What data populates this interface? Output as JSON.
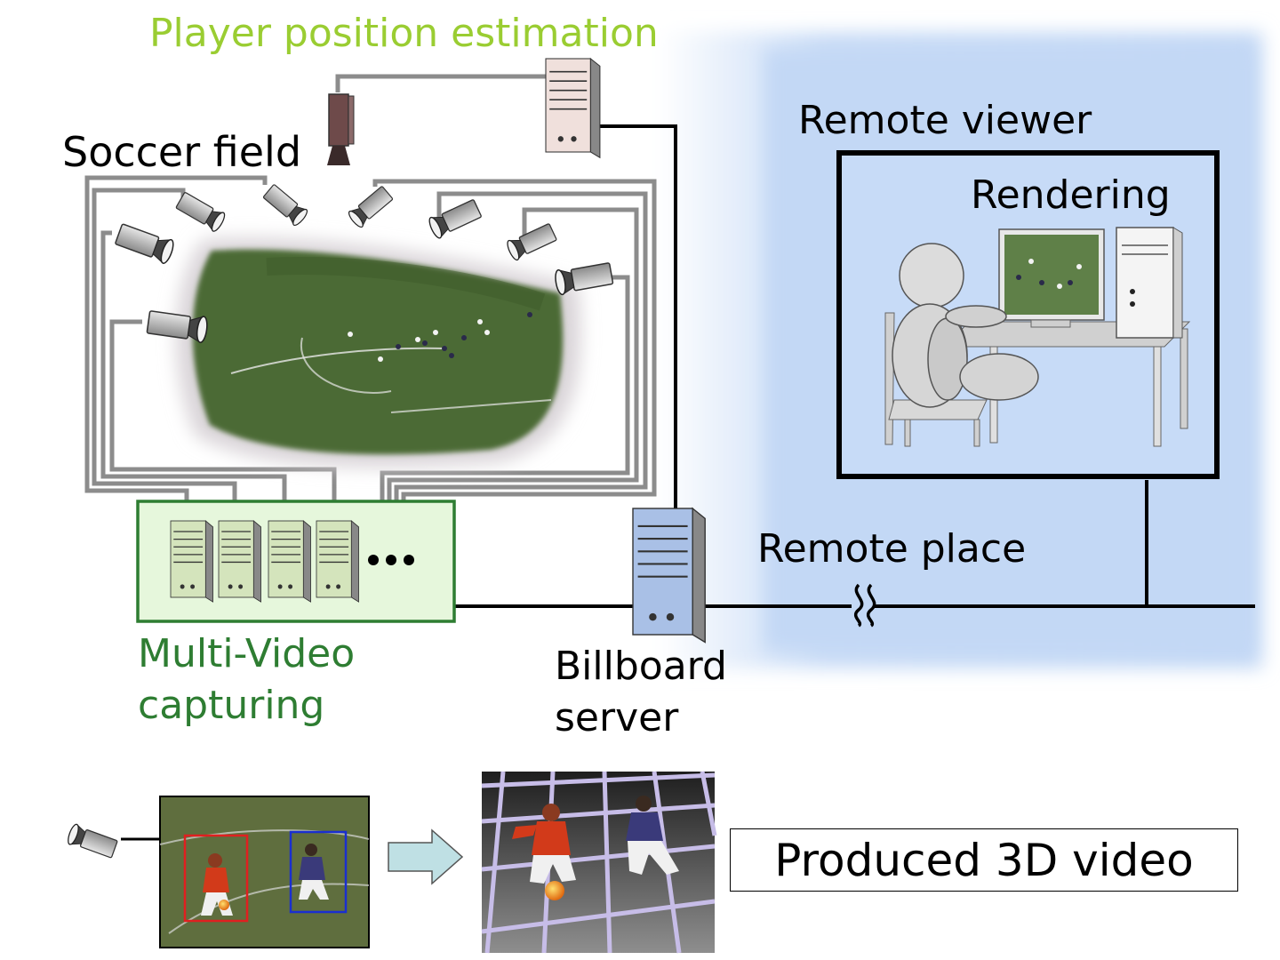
{
  "labels": {
    "title": "Player position estimation",
    "soccer_field": "Soccer field",
    "remote_viewer": "Remote viewer",
    "rendering": "Rendering",
    "remote_place": "Remote place",
    "multi_video_line1": "Multi-Video",
    "multi_video_line2": "capturing",
    "billboard_line1": "Billboard",
    "billboard_line2": "server",
    "produced": "Produced 3D video"
  },
  "colors": {
    "title_green": "#9acd32",
    "capture_green": "#2e7d32",
    "capture_fill": "#e6f7dc",
    "remote_blue": "#c3d8f5",
    "server_blue": "#8aaad6",
    "wire_gray": "#8c8c8c",
    "field_green": "#4a6b32",
    "bbox_red": "#e02020",
    "bbox_blue": "#1a2fd0",
    "arrow_fill": "#bfe0e4"
  },
  "icons": {
    "camera": "video-camera-icon",
    "server": "tower-server-icon",
    "viewer": "seated-person-icon",
    "break": "network-break-icon",
    "arrow": "right-arrow-icon"
  }
}
